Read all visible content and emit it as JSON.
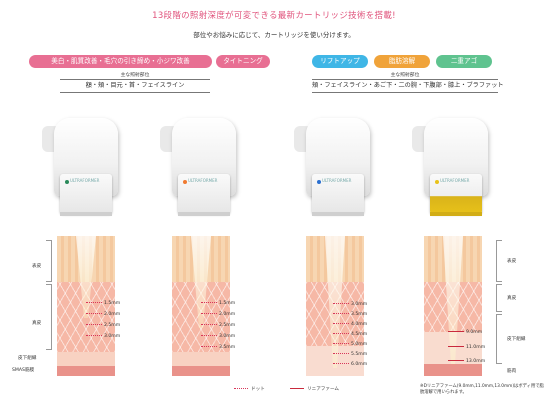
{
  "header": {
    "title": "13段階の照射深度が可変できる最新カートリッジ技術を搭載!",
    "subtitle": "部位やお悩みに応じて、カートリッジを使い分けます。"
  },
  "tags": {
    "left_main": "美白・肌質改善・毛穴の引き締め・小ジワ改善",
    "left_sub": "タイトニング",
    "lift": "リフトアップ",
    "fat": "脂肪溶解",
    "chin": "二重アゴ"
  },
  "areas": {
    "caption": "主な照射部位",
    "left": "額・頬・目元・首・フェイスライン",
    "right": "頬・フェイスライン・あご下・二の腕・下腹部・膝上・ブラファット"
  },
  "device_brand": "ULTRAFORMER",
  "cartridge_colors": [
    "#2a8a5a",
    "#f07a30",
    "#2a6fd0",
    "#e8c21a"
  ],
  "layers": {
    "epidermis": "表皮",
    "dermis": "真皮",
    "subcutaneous": "皮下組織",
    "smas": "SMAS筋膜",
    "muscle": "筋肉"
  },
  "depths": {
    "col1": [
      "1.5mm",
      "2.0mm",
      "2.5mm",
      "3.0mm"
    ],
    "col2": [
      "1.5mm",
      "2.0mm",
      "2.5mm",
      "3.0mm",
      "3.5mm"
    ],
    "col3": [
      "3.0mm",
      "3.5mm",
      "4.0mm",
      "4.5mm",
      "5.0mm",
      "5.5mm",
      "6.0mm"
    ],
    "col4": [
      "9.0mm",
      "11.0mm",
      "13.0mm"
    ]
  },
  "legend": {
    "dot": "ドット",
    "linear": "リニアファーム"
  },
  "note": "※Dリニアファーム(9.0mm,11.0mm,13.0mm)はボディ用で脂肪溶解で用いられます。"
}
